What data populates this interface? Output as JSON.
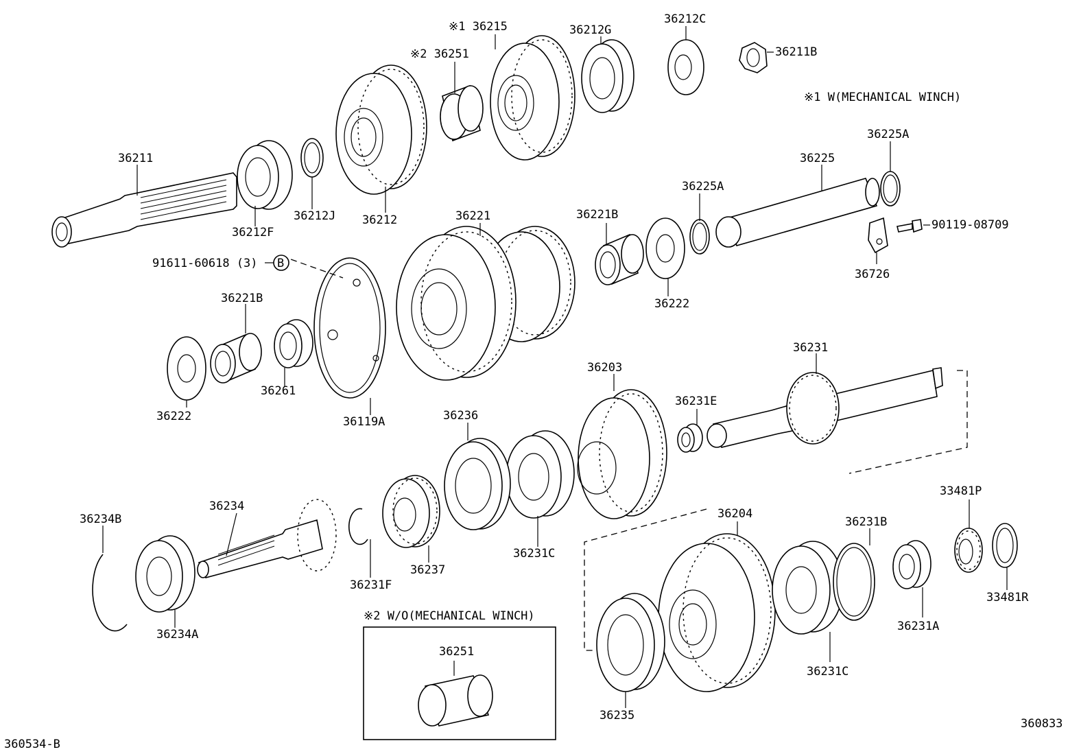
{
  "diagram": {
    "ref_bottom_left": "360534-B",
    "ref_bottom_right": "360833",
    "notes": {
      "note1": "※1 W(MECHANICAL WINCH)",
      "note2": "※2 W/O(MECHANICAL WINCH)"
    },
    "callout_letter": "B",
    "labels": {
      "p36211": "36211",
      "p36212F": "36212F",
      "p36212J": "36212J",
      "p36212": "36212",
      "p36251_top": "※2 36251",
      "p36215": "※1 36215",
      "p36212G": "36212G",
      "p36212C": "36212C",
      "p36211B": "36211B",
      "p36225A_top": "36225A",
      "p36225": "36225",
      "p36225A_mid": "36225A",
      "p90119": "90119-08709",
      "p36726": "36726",
      "p36221B_top": "36221B",
      "p36221": "36221",
      "p36222_right": "36222",
      "p91611": "91611-60618 (3)",
      "p36221B_left": "36221B",
      "p36222_left": "36222",
      "p36261": "36261",
      "p36119A": "36119A",
      "p36203": "36203",
      "p36231": "36231",
      "p36231E": "36231E",
      "p36236": "36236",
      "p36234": "36234",
      "p36234B": "36234B",
      "p36234A": "36234A",
      "p36231F": "36231F",
      "p36237": "36237",
      "p36231C_mid": "36231C",
      "p36204": "36204",
      "p36231B": "36231B",
      "p33481P": "33481P",
      "p33481R": "33481R",
      "p36231A": "36231A",
      "p36231C_low": "36231C",
      "p36235": "36235",
      "p36251_box": "36251"
    }
  }
}
